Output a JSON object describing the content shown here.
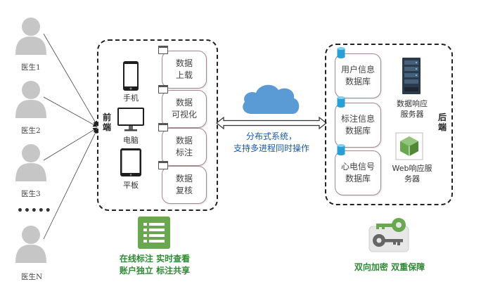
{
  "doctors": [
    {
      "label": "医生1"
    },
    {
      "label": "医生2"
    },
    {
      "label": "医生3"
    },
    {
      "label": "医生N"
    }
  ],
  "ellipsis": "•••••",
  "frontend": {
    "label": "前\n端",
    "devices": [
      {
        "label": "手机",
        "icon": "phone-icon"
      },
      {
        "label": "电脑",
        "icon": "monitor-icon"
      },
      {
        "label": "平板",
        "icon": "tablet-icon"
      }
    ],
    "functions": [
      {
        "label": "数据\n上载"
      },
      {
        "label": "数据\n可视化"
      },
      {
        "label": "数据\n标注"
      },
      {
        "label": "数据\n复核"
      }
    ]
  },
  "middle": {
    "text": "分布式系统，\n支持多进程同时操作"
  },
  "backend": {
    "label": "后\n端",
    "databases": [
      {
        "label": "用户信息\n数据库"
      },
      {
        "label": "标注信息\n数据库"
      },
      {
        "label": "心电信号\n数据库"
      }
    ],
    "servers": [
      {
        "label": "数据响应\n服务器",
        "icon": "server-rack-icon"
      },
      {
        "label": "Web响应服\n务器",
        "icon": "cube-icon"
      }
    ]
  },
  "features": {
    "left": "在线标注 实时查看\n账户独立 标注共享",
    "right": "双向加密 双重保障"
  },
  "colors": {
    "accent_green": "#6aa84f",
    "cloud_blue": "#5b9bd5",
    "text_blue": "#1a5aa6",
    "text_green": "#2f8a35",
    "card_border": "#a8868e"
  }
}
